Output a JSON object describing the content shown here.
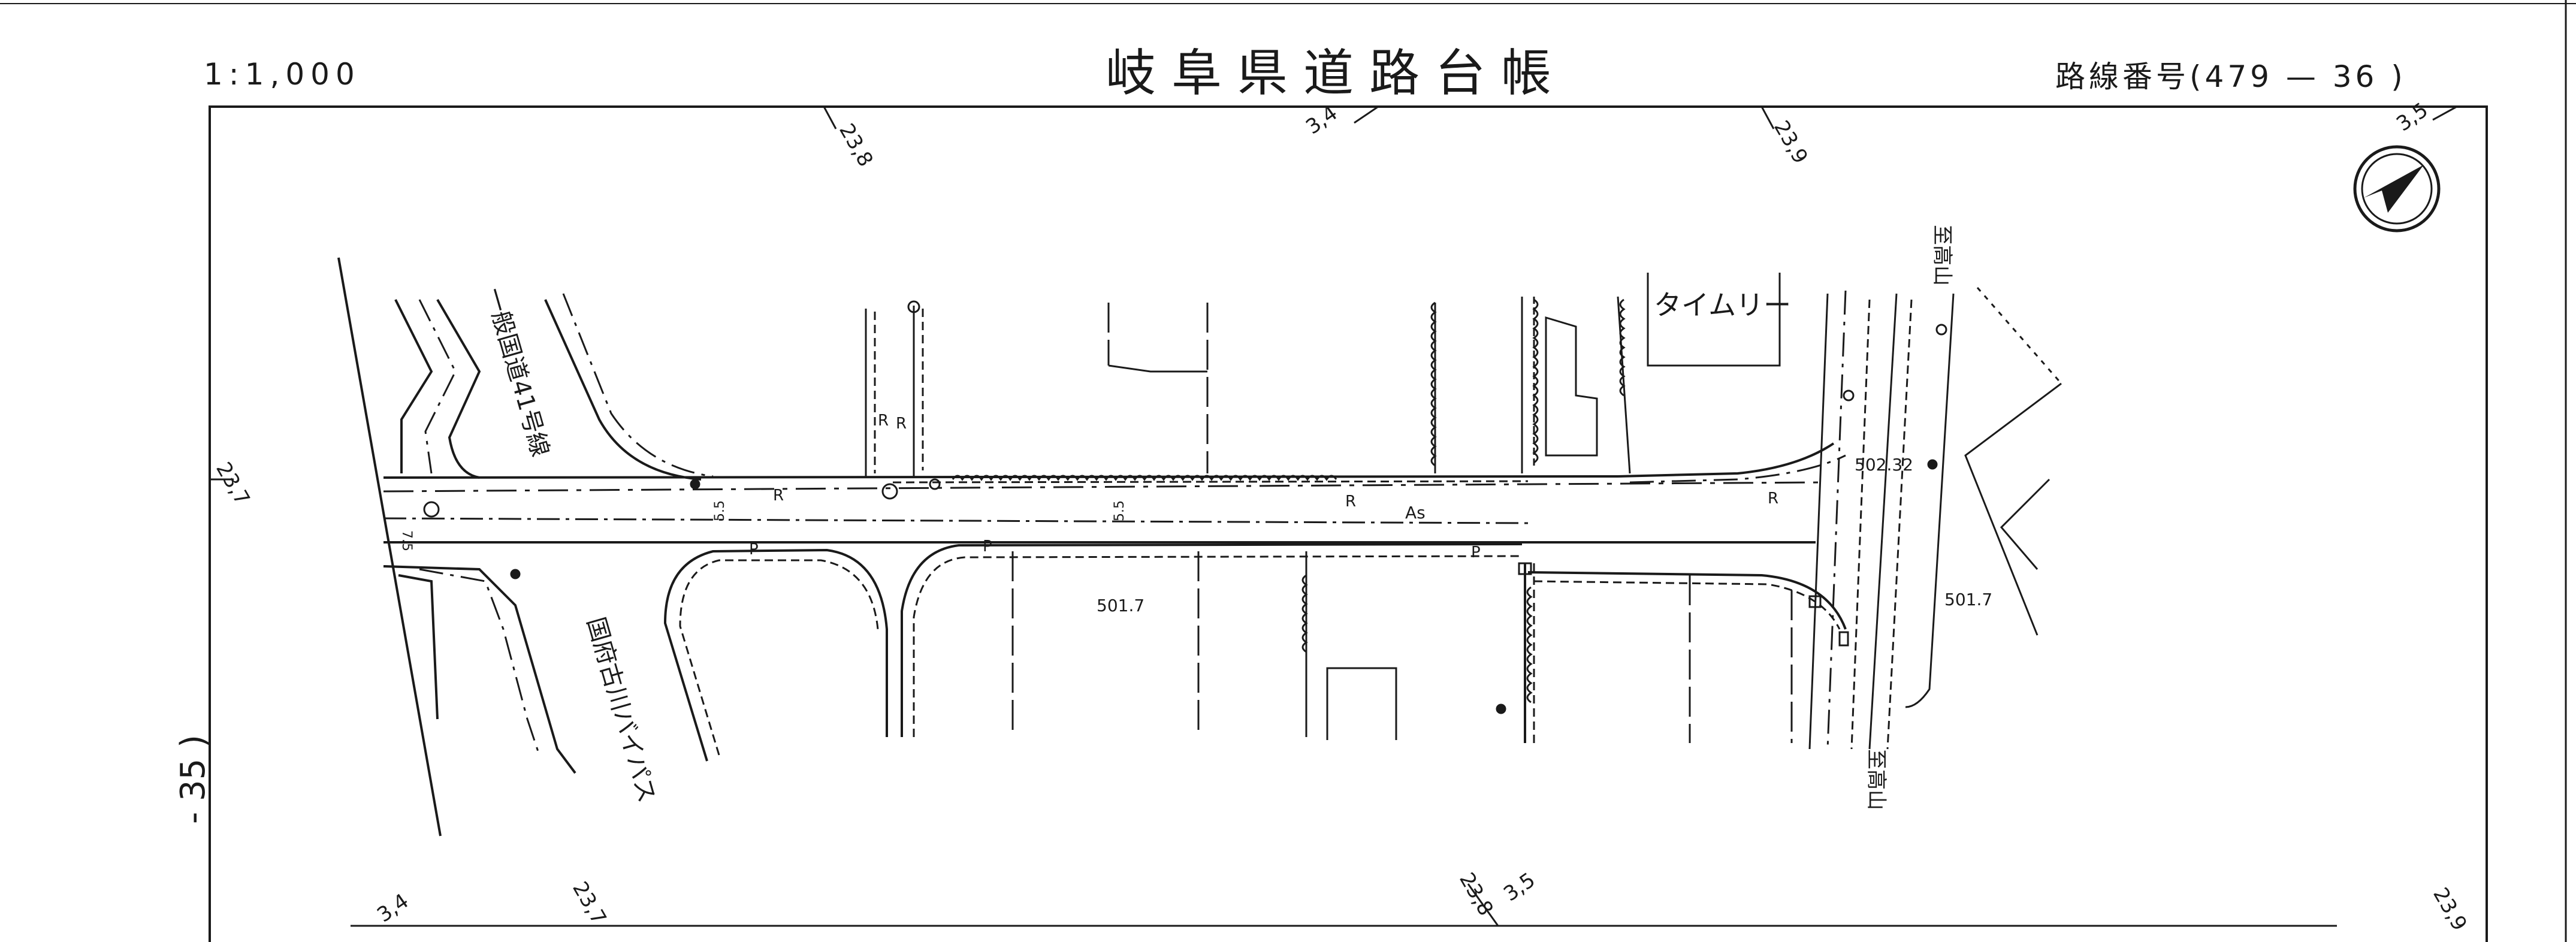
{
  "header": {
    "scale": "1:1,000",
    "title": "岐阜県道路台帳",
    "route": "路線番号(479 — 36 )",
    "side_route": "- 35 )"
  },
  "edge_labels": {
    "top_1": "23,8",
    "top_2": "3,4",
    "top_3": "23,9",
    "top_4": "3,5",
    "left_1": "23,7",
    "bottom_1": "3,4",
    "bottom_2": "23,7",
    "bottom_3": "23,8",
    "bottom_4": "3,5",
    "bottom_5": "23,9"
  },
  "map_labels": {
    "road_kokudo41": "一般国道41号線",
    "road_furukawa_bypass": "国府古川バイパス",
    "store_timely": "タイムリー",
    "elev_1": "501.7",
    "elev_2": "502.32",
    "elev_3": "501.7",
    "dest_1": "至高山",
    "dest_2": "至高山",
    "surface_as": "As",
    "mark_r": "R",
    "mark_p": "P",
    "width_55": "5.5",
    "width_75": "7.5"
  },
  "colors": {
    "ink": "#1a1a1a",
    "paper": "#ffffff"
  }
}
